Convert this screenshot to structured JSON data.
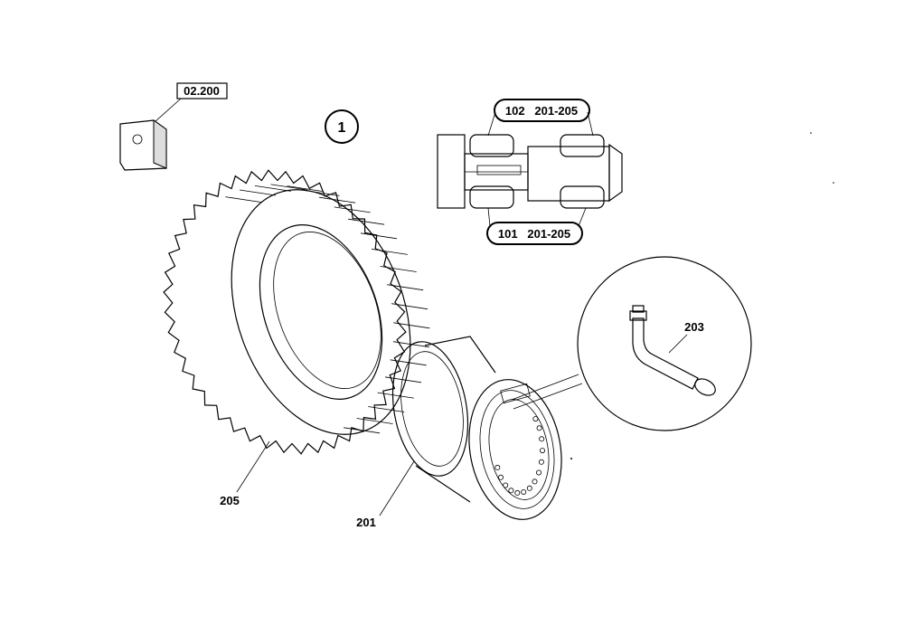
{
  "ref_box": "02.200",
  "view_marker": "1",
  "callout_top": "102   201-205",
  "callout_bottom": "101   201-205",
  "labels": {
    "tire": "205",
    "rim": "201",
    "valve": "203"
  }
}
